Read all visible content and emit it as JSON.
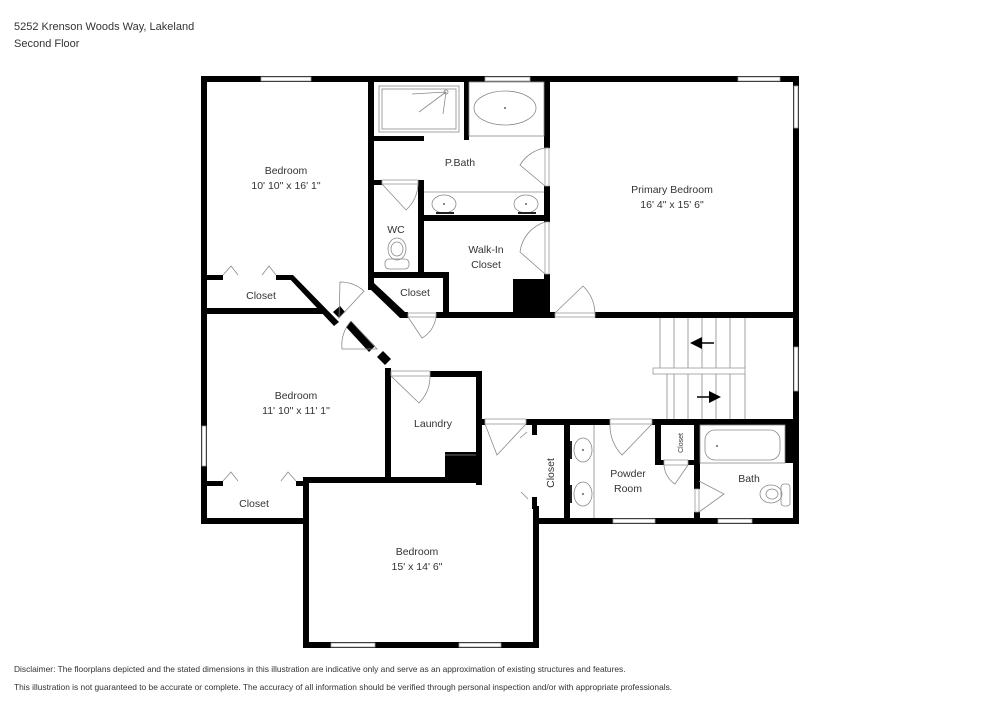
{
  "header": {
    "address": "5252 Krenson Woods Way, Lakeland",
    "floor": "Second Floor"
  },
  "rooms": [
    {
      "id": "bedroom-nw",
      "name": "Bedroom",
      "dimensions": "10' 10\" x 16' 1\""
    },
    {
      "id": "closet-nw",
      "name": "Closet"
    },
    {
      "id": "pbath",
      "name": "P.Bath"
    },
    {
      "id": "wc",
      "name": "WC"
    },
    {
      "id": "walkin-closet",
      "name": "Walk-In",
      "name2": "Closet"
    },
    {
      "id": "closet-center",
      "name": "Closet"
    },
    {
      "id": "primary-bedroom",
      "name": "Primary Bedroom",
      "dimensions": "16' 4\" x 15' 6\""
    },
    {
      "id": "bedroom-w",
      "name": "Bedroom",
      "dimensions": "11' 10\" x 11' 1\""
    },
    {
      "id": "closet-sw",
      "name": "Closet"
    },
    {
      "id": "laundry",
      "name": "Laundry"
    },
    {
      "id": "closet-hall",
      "name": "Closet"
    },
    {
      "id": "powder-room",
      "name": "Powder",
      "name2": "Room"
    },
    {
      "id": "closet-small",
      "name": "Closet"
    },
    {
      "id": "bath",
      "name": "Bath"
    },
    {
      "id": "bedroom-s",
      "name": "Bedroom",
      "dimensions": "15' x 14' 6\""
    }
  ],
  "stairs": {
    "up_arrow": "left",
    "down_arrow": "right"
  },
  "disclaimer": {
    "line1": "Disclaimer: The floorplans depicted and the stated dimensions in this illustration are indicative only and serve as an approximation of existing structures and features.",
    "line2": "This illustration is not guaranteed to be accurate or complete. The accuracy of all information should be verified through personal inspection and/or with appropriate professionals."
  }
}
